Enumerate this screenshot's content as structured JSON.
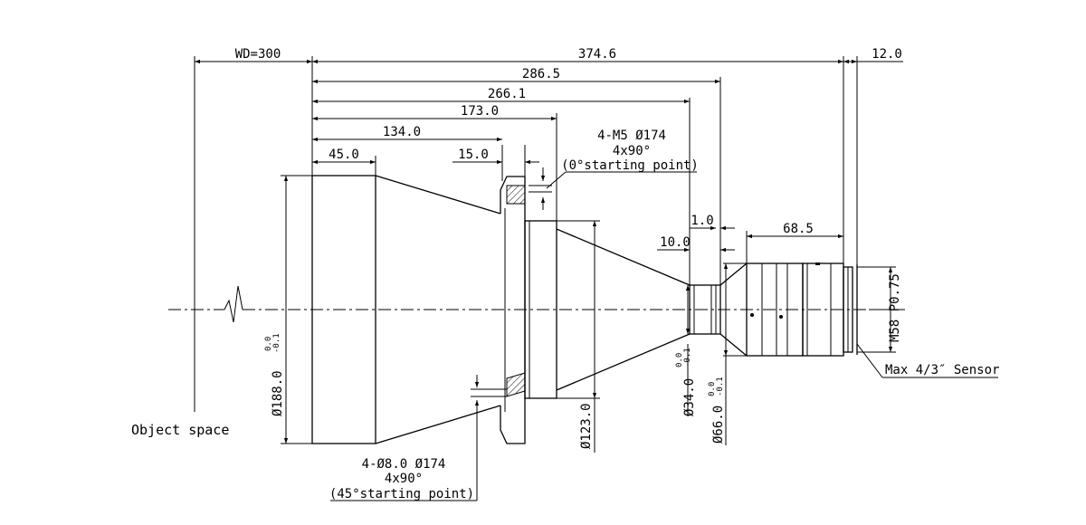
{
  "dimensions": {
    "wd": "WD=300",
    "d374": "374.6",
    "d12": "12.0",
    "d286": "286.5",
    "d266": "266.1",
    "d173": "173.0",
    "d134": "134.0",
    "d45": "45.0",
    "d15": "15.0",
    "d1": "1.0",
    "d10": "10.0",
    "d68": "68.5"
  },
  "diameters": {
    "d188": "Ø188.0",
    "d123": "Ø123.0",
    "d34": "Ø34.0",
    "d66": "Ø66.0"
  },
  "tolerances": {
    "upper": "0.0",
    "lower": "-0.1"
  },
  "notes": {
    "top_line1": "4-M5  Ø174",
    "top_line2": "4x90°",
    "top_line3": "(0°starting point)",
    "bottom_line1": "4-Ø8.0  Ø174",
    "bottom_line2": "4x90°",
    "bottom_line3": "(45°starting point)"
  },
  "labels": {
    "object_space": "Object space",
    "thread": "M58 P0.75",
    "sensor": "Max 4/3″ Sensor"
  }
}
